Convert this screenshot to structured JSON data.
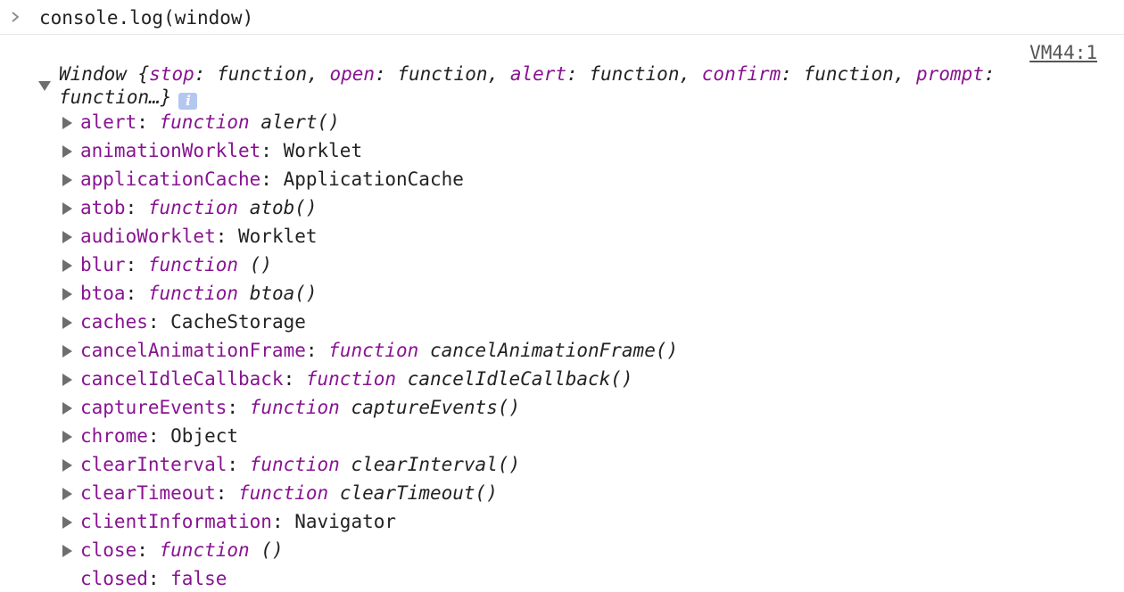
{
  "console": {
    "input": "console.log(window)",
    "source_link": "VM44:1"
  },
  "object": {
    "header_open": "Window {",
    "header_entries": [
      {
        "key": "stop",
        "value": "function"
      },
      {
        "key": "open",
        "value": "function"
      },
      {
        "key": "alert",
        "value": "function"
      },
      {
        "key": "confirm",
        "value": "function"
      },
      {
        "key": "prompt",
        "value": "function…}"
      }
    ],
    "separator": ": ",
    "comma": ", ",
    "info_glyph": "i"
  },
  "properties": [
    {
      "key": "alert",
      "kind": "function",
      "fn_kw": "function",
      "name": "alert()",
      "expandable": true
    },
    {
      "key": "animationWorklet",
      "kind": "object",
      "value": "Worklet",
      "expandable": true
    },
    {
      "key": "applicationCache",
      "kind": "object",
      "value": "ApplicationCache",
      "expandable": true
    },
    {
      "key": "atob",
      "kind": "function",
      "fn_kw": "function",
      "name": "atob()",
      "expandable": true
    },
    {
      "key": "audioWorklet",
      "kind": "object",
      "value": "Worklet",
      "expandable": true
    },
    {
      "key": "blur",
      "kind": "function",
      "fn_kw": "function",
      "name": "()",
      "expandable": true
    },
    {
      "key": "btoa",
      "kind": "function",
      "fn_kw": "function",
      "name": "btoa()",
      "expandable": true
    },
    {
      "key": "caches",
      "kind": "object",
      "value": "CacheStorage",
      "expandable": true
    },
    {
      "key": "cancelAnimationFrame",
      "kind": "function",
      "fn_kw": "function",
      "name": "cancelAnimationFrame()",
      "expandable": true
    },
    {
      "key": "cancelIdleCallback",
      "kind": "function",
      "fn_kw": "function",
      "name": "cancelIdleCallback()",
      "expandable": true
    },
    {
      "key": "captureEvents",
      "kind": "function",
      "fn_kw": "function",
      "name": "captureEvents()",
      "expandable": true
    },
    {
      "key": "chrome",
      "kind": "object",
      "value": "Object",
      "expandable": true
    },
    {
      "key": "clearInterval",
      "kind": "function",
      "fn_kw": "function",
      "name": "clearInterval()",
      "expandable": true
    },
    {
      "key": "clearTimeout",
      "kind": "function",
      "fn_kw": "function",
      "name": "clearTimeout()",
      "expandable": true
    },
    {
      "key": "clientInformation",
      "kind": "object",
      "value": "Navigator",
      "expandable": true
    },
    {
      "key": "close",
      "kind": "function",
      "fn_kw": "function",
      "name": "()",
      "expandable": true
    },
    {
      "key": "closed",
      "kind": "bool",
      "value": "false",
      "expandable": false
    }
  ],
  "colors": {
    "key": "#881391",
    "text": "#222222",
    "triangle": "#6e6e6e",
    "info": "#b3c8f0"
  },
  "icons": {
    "prompt": "chevron-right-icon",
    "expanded": "triangle-down-icon",
    "collapsed": "triangle-right-icon",
    "info": "info-icon"
  }
}
